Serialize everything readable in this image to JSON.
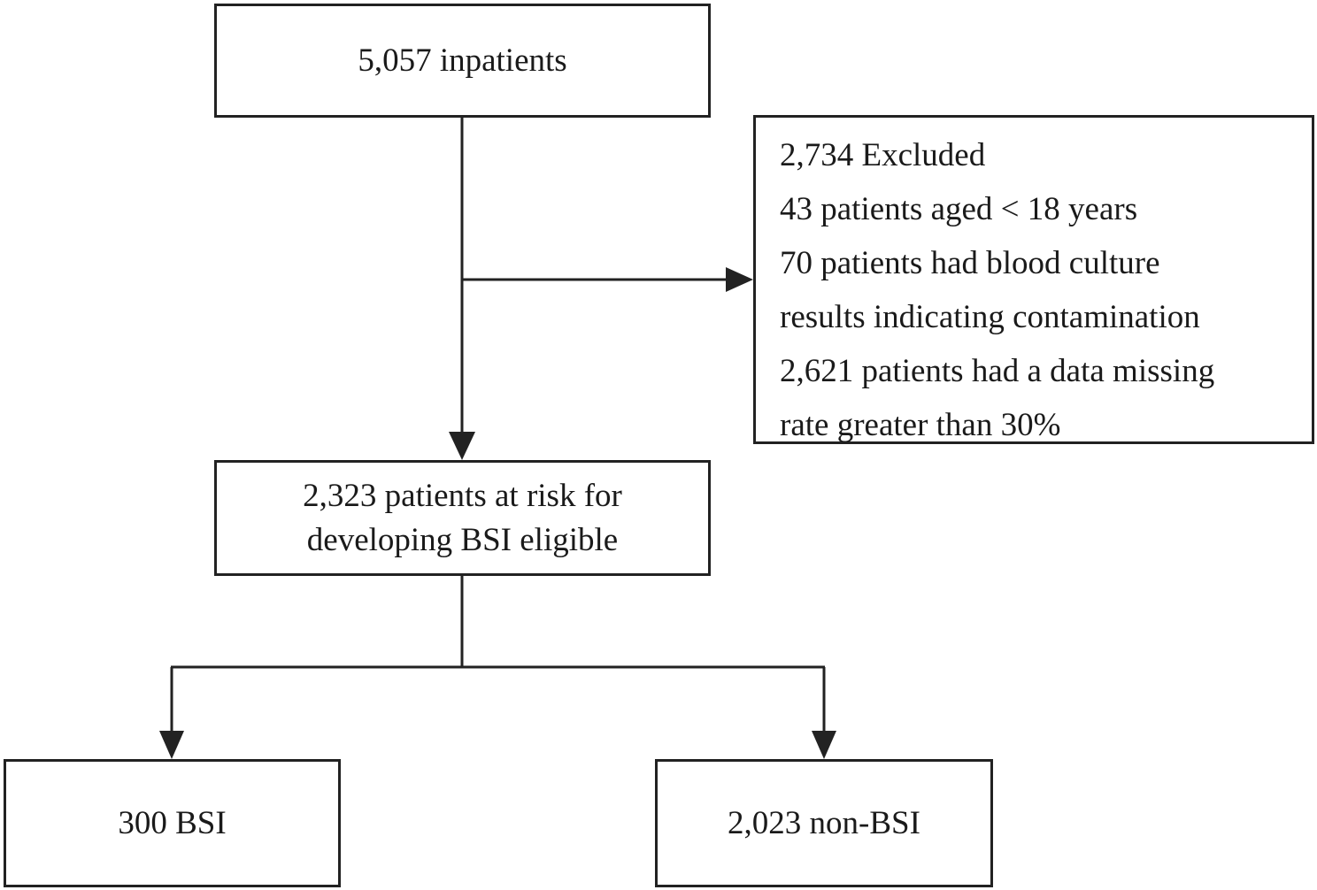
{
  "nodes": {
    "inpatients": {
      "lines": [
        "5,057 inpatients"
      ]
    },
    "excluded": {
      "lines": [
        "2,734 Excluded",
        "43 patients aged < 18 years",
        "70 patients had blood culture",
        "results indicating contamination",
        "2,621 patients had a data missing",
        "rate greater than 30%"
      ]
    },
    "at_risk": {
      "lines": [
        "2,323 patients at risk for",
        "developing BSI eligible"
      ]
    },
    "bsi": {
      "lines": [
        "300 BSI"
      ]
    },
    "non_bsi": {
      "lines": [
        "2,023 non-BSI"
      ]
    }
  },
  "edges": [
    {
      "from": "inpatients",
      "to": "at_risk"
    },
    {
      "from": "inpatients",
      "to": "excluded"
    },
    {
      "from": "at_risk",
      "to": "bsi"
    },
    {
      "from": "at_risk",
      "to": "non_bsi"
    }
  ],
  "colors": {
    "stroke": "#222222",
    "text": "#1a1a1a",
    "background": "#ffffff"
  }
}
